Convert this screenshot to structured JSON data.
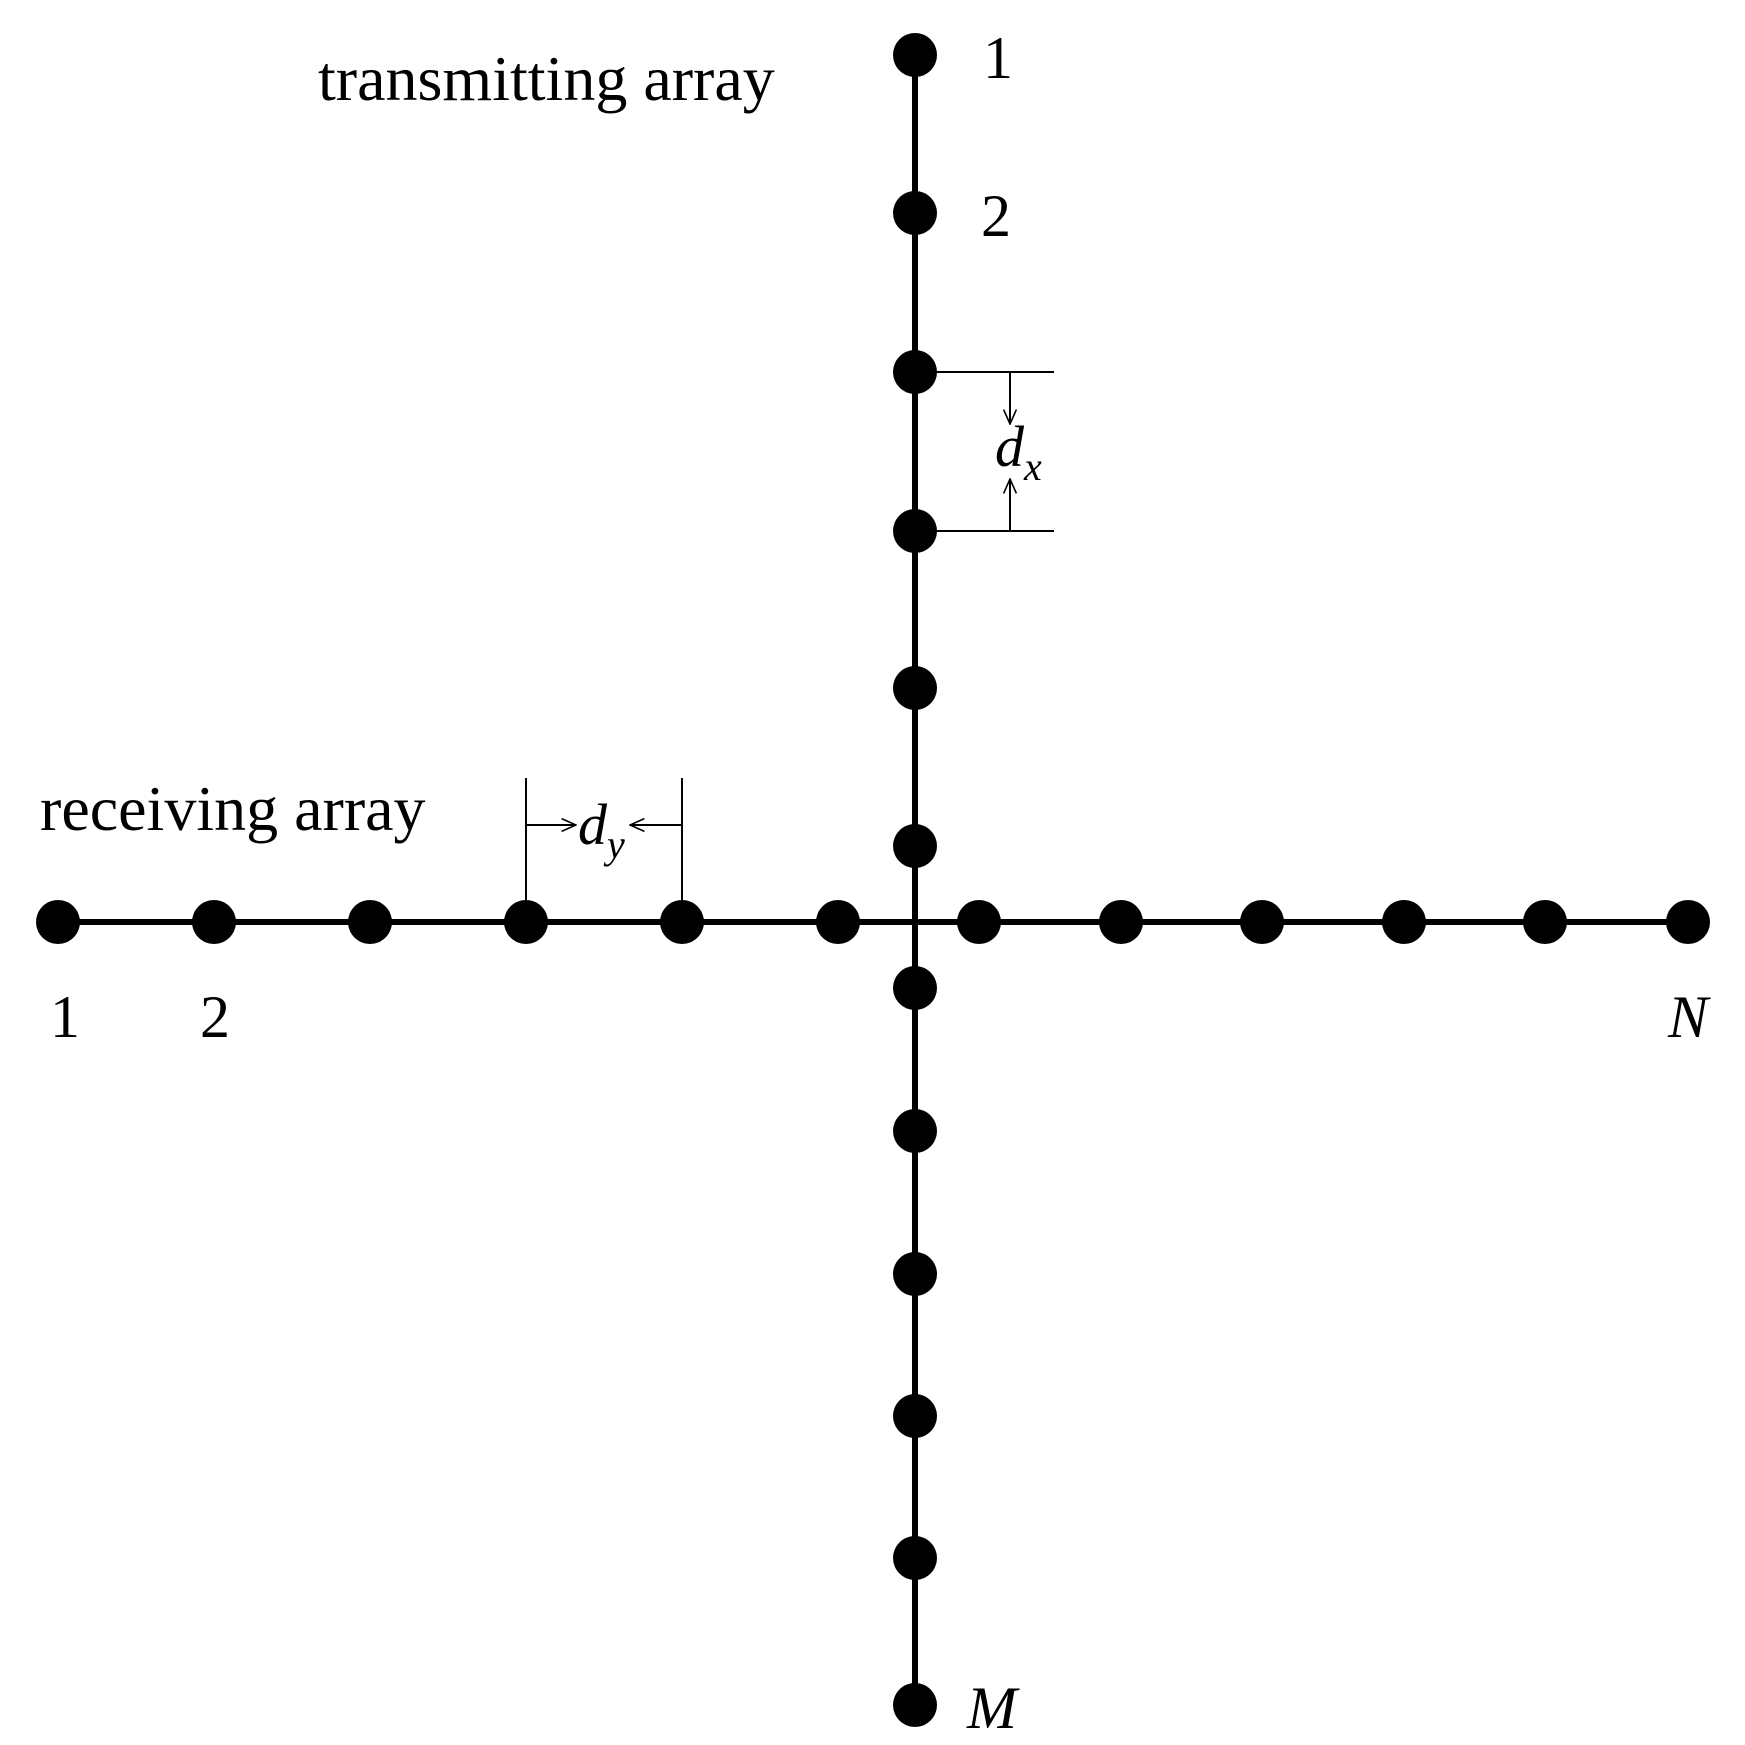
{
  "labels": {
    "transmitting_array": "transmitting array",
    "receiving_array": "receiving array"
  },
  "transmitting_array": {
    "first_index": "1",
    "second_index": "2",
    "last_index": "M",
    "element_count_shown": 12,
    "spacing_symbol": "d",
    "spacing_subscript": "x"
  },
  "receiving_array": {
    "first_index": "1",
    "second_index": "2",
    "last_index": "N",
    "element_count_shown": 12,
    "spacing_symbol": "d",
    "spacing_subscript": "y"
  },
  "colors": {
    "ink": "#000000",
    "background": "#ffffff"
  }
}
